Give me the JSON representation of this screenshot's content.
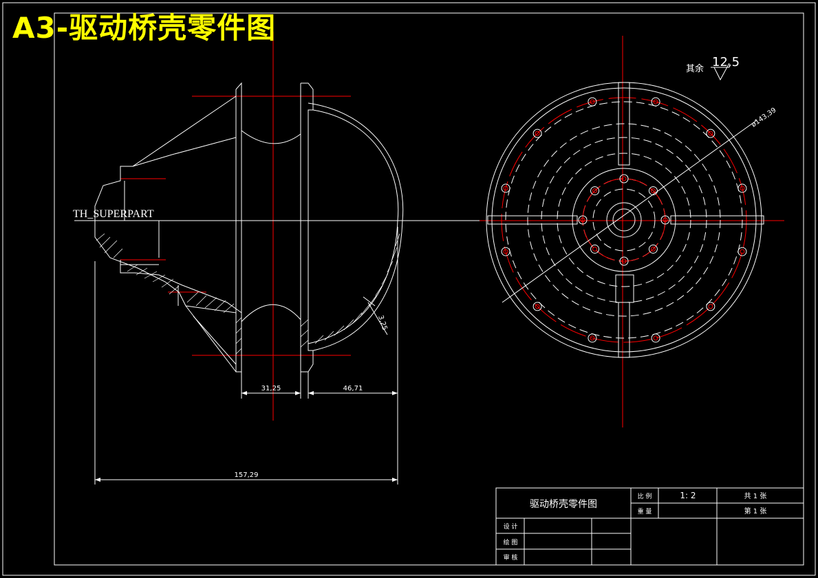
{
  "banner": "A3-驱动桥壳零件图",
  "watermark": "TH_SUPERPART",
  "colors": {
    "background": "#000000",
    "line": "#ffffff",
    "centerline": "#ff0000",
    "banner": "#ffff00"
  },
  "dims": {
    "d1": "31,25",
    "d2": "46,71",
    "d3": "157,29",
    "d4": "3,25",
    "d5": "ø143,39"
  },
  "roughness": {
    "prefix": "其余",
    "value": "12,5"
  },
  "title_block": {
    "title": "驱动桥壳零件图",
    "scale_label": "比 例",
    "scale_value": "1: 2",
    "weight_label": "重 量",
    "sheets_total": "共 1 张",
    "sheet_no": "第 1 张",
    "designer_label": "设 计",
    "drafter_label": "绘 图",
    "checker_label": "审 核"
  }
}
